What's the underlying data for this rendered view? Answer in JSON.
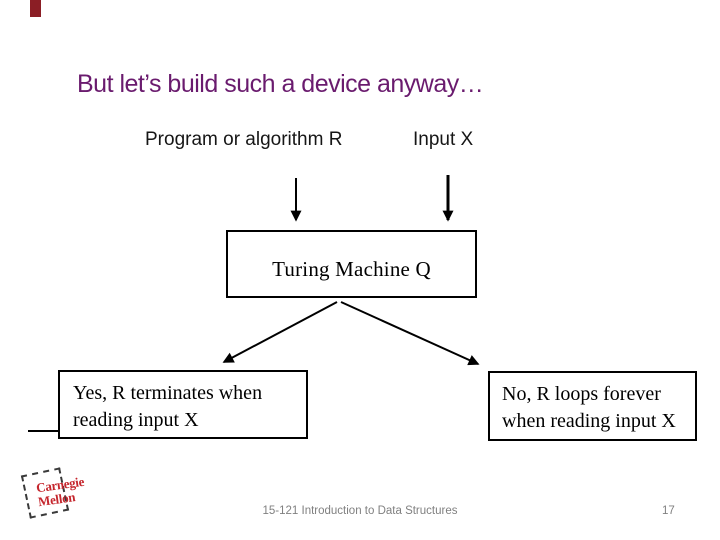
{
  "slide": {
    "title": "But let’s build such a device anyway…",
    "diagram": {
      "program_label": "Program or algorithm R",
      "input_label": "Input X",
      "machine_label": "Turing Machine Q",
      "yes_line1": "Yes, R terminates when",
      "yes_line2": "reading input X",
      "no_line1": "No, R loops forever",
      "no_line2": "when reading input X"
    },
    "logo": {
      "line1": "Carnegie",
      "line2": "Mellon"
    },
    "footer": {
      "course": "15-121 Introduction to Data Structures",
      "page_number": "17"
    },
    "colors": {
      "title_purple": "#6A1B6E",
      "logo_red": "#C5262D",
      "footer_gray": "#808080",
      "corner_accent": "#8B1E25",
      "diagram_black": "#000000"
    }
  }
}
